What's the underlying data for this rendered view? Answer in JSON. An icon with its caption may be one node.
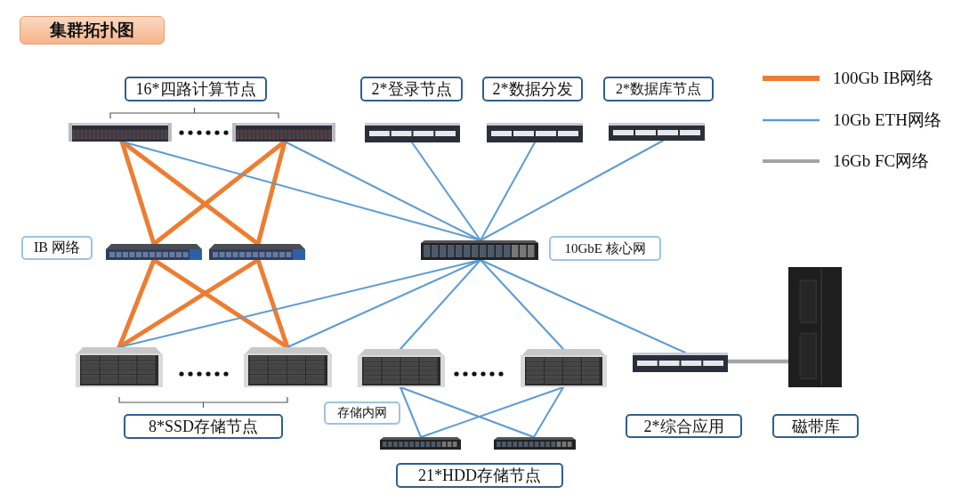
{
  "diagram": {
    "title": "集群拓扑图",
    "nodes": [
      {
        "text": [
          "16*四路计算节点"
        ]
      },
      {
        "text": [
          "2*登录节点"
        ]
      },
      {
        "text": [
          "2*数据分发"
        ]
      },
      {
        "text": [
          "2*数据库节点"
        ]
      },
      {
        "text": [],
        "shape": "picture"
      },
      {
        "text": [],
        "shape": "picture"
      },
      {
        "text": [],
        "shape": "picture"
      },
      {
        "text": [],
        "shape": "picture"
      },
      {
        "text": [],
        "shape": "picture"
      },
      {
        "text": [
          "IB 网络"
        ]
      },
      {
        "text": [],
        "shape": "picture"
      },
      {
        "text": [],
        "shape": "picture"
      },
      {
        "text": [],
        "shape": "picture"
      },
      {
        "text": [
          "10GbE 核心网"
        ]
      },
      {
        "text": [],
        "shape": "picture"
      },
      {
        "text": [],
        "shape": "picture"
      },
      {
        "text": [],
        "shape": "picture"
      },
      {
        "text": [],
        "shape": "picture"
      },
      {
        "text": [],
        "shape": "picture"
      },
      {
        "text": [],
        "shape": "picture"
      },
      {
        "text": [
          "存储内网"
        ]
      },
      {
        "text": [],
        "shape": "picture"
      },
      {
        "text": [],
        "shape": "picture"
      },
      {
        "text": [
          "8*SSD存储节点"
        ]
      },
      {
        "text": [
          "2*综合应用"
        ]
      },
      {
        "text": [
          "磁带库"
        ]
      },
      {
        "text": [
          "21*HDD存储节点"
        ]
      }
    ],
    "edges": [
      {
        "from": 4,
        "to": 10,
        "arrow": "none",
        "style": "thick",
        "color": "#ed7d31"
      },
      {
        "from": 4,
        "to": 11,
        "arrow": "none",
        "style": "thick",
        "color": "#ed7d31"
      },
      {
        "from": 5,
        "to": 10,
        "arrow": "none",
        "style": "thick",
        "color": "#ed7d31"
      },
      {
        "from": 5,
        "to": 11,
        "arrow": "none",
        "style": "thick",
        "color": "#ed7d31"
      },
      {
        "from": 10,
        "to": 15,
        "arrow": "none",
        "style": "thick",
        "color": "#ed7d31"
      },
      {
        "from": 10,
        "to": 16,
        "arrow": "none",
        "style": "thick",
        "color": "#ed7d31"
      },
      {
        "from": 11,
        "to": 15,
        "arrow": "none",
        "style": "thick",
        "color": "#ed7d31"
      },
      {
        "from": 11,
        "to": 16,
        "arrow": "none",
        "style": "thick",
        "color": "#ed7d31"
      },
      {
        "from": 4,
        "to": 12,
        "arrow": "none"
      },
      {
        "from": 5,
        "to": 12,
        "arrow": "none"
      },
      {
        "from": 6,
        "to": 12,
        "arrow": "none"
      },
      {
        "from": 7,
        "to": 12,
        "arrow": "none"
      },
      {
        "from": 8,
        "to": 12,
        "arrow": "none"
      },
      {
        "from": 12,
        "to": 15,
        "arrow": "none"
      },
      {
        "from": 12,
        "to": 16,
        "arrow": "none"
      },
      {
        "from": 12,
        "to": 17,
        "arrow": "none"
      },
      {
        "from": 12,
        "to": 18,
        "arrow": "none"
      },
      {
        "from": 12,
        "to": 19,
        "arrow": "none"
      },
      {
        "from": 17,
        "to": 21,
        "arrow": "none"
      },
      {
        "from": 17,
        "to": 22,
        "arrow": "none"
      },
      {
        "from": 18,
        "to": 21,
        "arrow": "none"
      },
      {
        "from": 18,
        "to": 22,
        "arrow": "none"
      },
      {
        "from": 19,
        "to": 14,
        "arrow": "none",
        "style": "thick",
        "color": "#a5a5a5"
      }
    ],
    "legend": [
      {
        "text": "100Gb IB网络"
      },
      {
        "text": "10Gb ETH网络"
      },
      {
        "text": "16Gb FC网络"
      }
    ]
  }
}
